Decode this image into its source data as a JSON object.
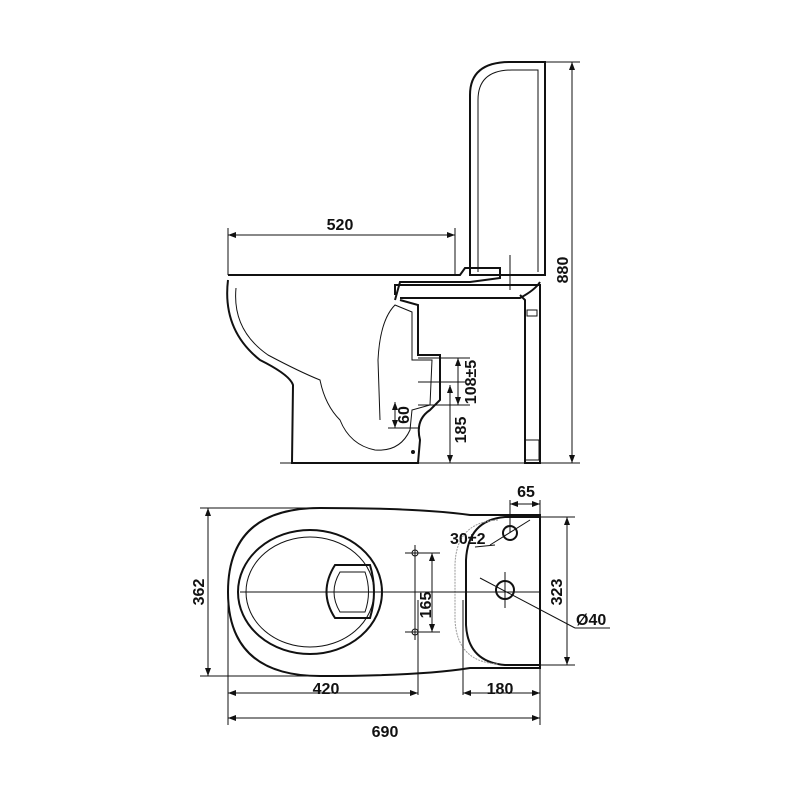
{
  "title": "Close-coupled toilet technical drawing",
  "side_view": {
    "width_label": "520",
    "height_label": "880",
    "outlet_tolerance_label": "108±5",
    "outlet_height_label": "185",
    "trap_label": "60"
  },
  "top_view": {
    "depth_label": "362",
    "tank_depth_label": "323",
    "fixing_spacing_label": "165",
    "bowl_length_label": "420",
    "tank_width_label": "180",
    "total_length_label": "690",
    "inlet_offset_label": "65",
    "inlet_diameter_label": "30±2",
    "flush_diameter_label": "Ø40"
  }
}
